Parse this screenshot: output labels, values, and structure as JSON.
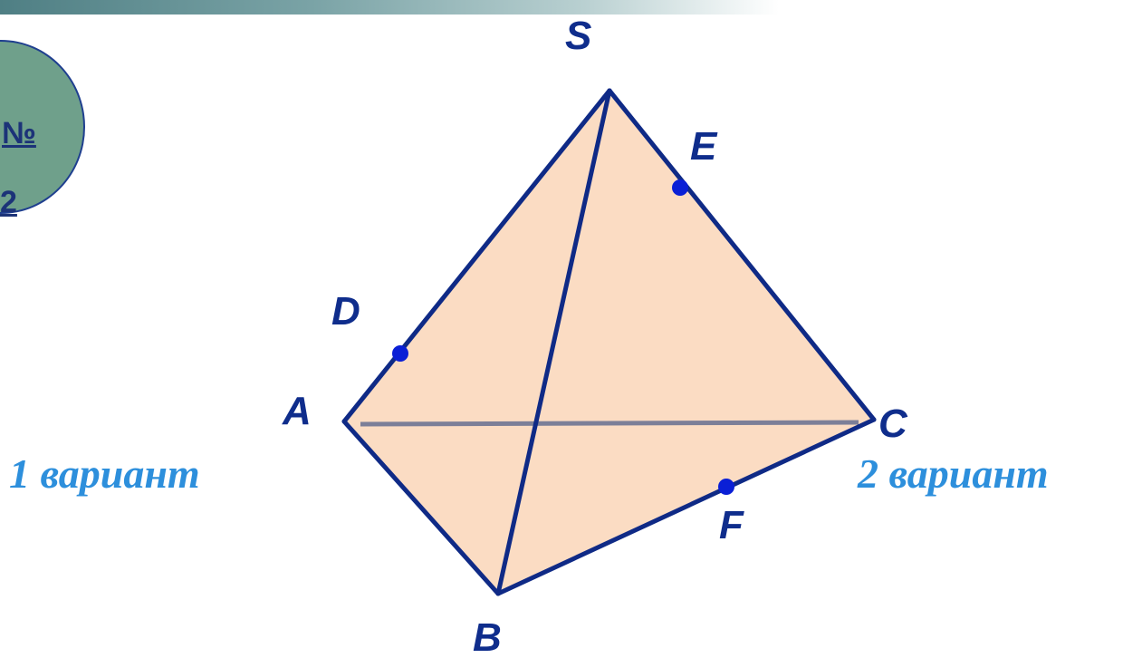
{
  "slide": {
    "badge": {
      "line1": "№",
      "line2": "2"
    },
    "variant_left": "1  вариант",
    "variant_right": "2  вариант"
  },
  "figure": {
    "vertices": {
      "S": "S",
      "A": "A",
      "B": "B",
      "C": "C"
    },
    "points": {
      "D": "D",
      "E": "E",
      "F": "F"
    }
  },
  "colors": {
    "face_fill": "#fbdcc3",
    "edge": "#0f2a86",
    "hidden_edge": "#7c7f98",
    "point": "#0a1fd6",
    "label": "#0f2d8c",
    "variant_text": "#2d8fdc",
    "badge_fill": "#6fa08b"
  }
}
